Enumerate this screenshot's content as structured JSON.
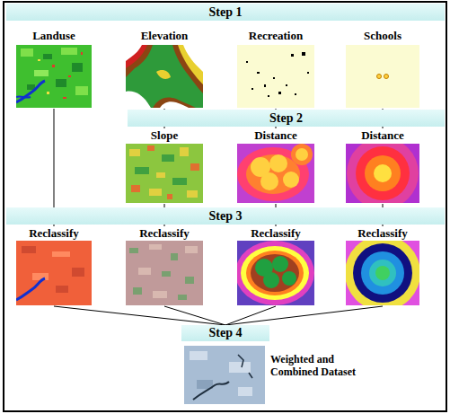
{
  "diagram": {
    "nodes": [
      {
        "text": [
          "Step 1"
        ]
      },
      {
        "text": [
          "Landuse"
        ]
      },
      {
        "text": [
          "Elevation"
        ]
      },
      {
        "text": [
          "Recreation"
        ]
      },
      {
        "text": [
          "Schools"
        ]
      },
      {
        "text": [
          "Step 2"
        ]
      },
      {
        "text": [
          "Slope"
        ]
      },
      {
        "text": [
          "Distance"
        ]
      },
      {
        "text": [
          "Distance"
        ]
      },
      {
        "text": [
          "Step 3"
        ]
      },
      {
        "text": [
          "Reclassify"
        ]
      },
      {
        "text": [
          "Reclassify"
        ]
      },
      {
        "text": [
          "Reclassify"
        ]
      },
      {
        "text": [
          "Reclassify"
        ]
      },
      {
        "text": [
          "Step 4"
        ]
      },
      {
        "text": [
          "Weighted and Combined Dataset"
        ]
      }
    ],
    "edges": [
      {
        "from": 2,
        "to": 6,
        "arrow": "none"
      },
      {
        "from": 3,
        "to": 7,
        "arrow": "none"
      },
      {
        "from": 4,
        "to": 8,
        "arrow": "none"
      },
      {
        "from": 1,
        "to": 10,
        "arrow": "none"
      },
      {
        "from": 6,
        "to": 11,
        "arrow": "none"
      },
      {
        "from": 7,
        "to": 12,
        "arrow": "none"
      },
      {
        "from": 8,
        "to": 13,
        "arrow": "none"
      },
      {
        "from": 10,
        "to": 14,
        "arrow": "none"
      },
      {
        "from": 11,
        "to": 14,
        "arrow": "none"
      },
      {
        "from": 12,
        "to": 14,
        "arrow": "none"
      },
      {
        "from": 13,
        "to": 14,
        "arrow": "none"
      }
    ]
  }
}
